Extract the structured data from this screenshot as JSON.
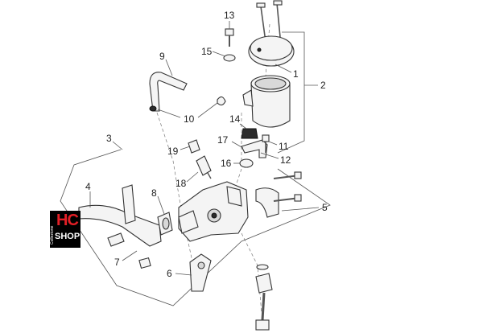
{
  "diagram": {
    "callouts": [
      {
        "id": "c1",
        "label": "1"
      },
      {
        "id": "c2",
        "label": "2"
      },
      {
        "id": "c3",
        "label": "3"
      },
      {
        "id": "c4",
        "label": "4"
      },
      {
        "id": "c5",
        "label": "5"
      },
      {
        "id": "c6",
        "label": "6"
      },
      {
        "id": "c7",
        "label": "7"
      },
      {
        "id": "c8",
        "label": "8"
      },
      {
        "id": "c9",
        "label": "9"
      },
      {
        "id": "c10",
        "label": "10"
      },
      {
        "id": "c11",
        "label": "11"
      },
      {
        "id": "c12",
        "label": "12"
      },
      {
        "id": "c13",
        "label": "13"
      },
      {
        "id": "c14",
        "label": "14"
      },
      {
        "id": "c15",
        "label": "15"
      },
      {
        "id": "c16",
        "label": "16"
      },
      {
        "id": "c17",
        "label": "17"
      },
      {
        "id": "c18",
        "label": "18"
      },
      {
        "id": "c19",
        "label": "19"
      }
    ]
  },
  "logo": {
    "brand": "HC",
    "subtitle": "SHOP",
    "side_text": "Collezione",
    "colors": {
      "background": "#000000",
      "brand": "#e21f26",
      "subtitle": "#ffffff"
    }
  }
}
